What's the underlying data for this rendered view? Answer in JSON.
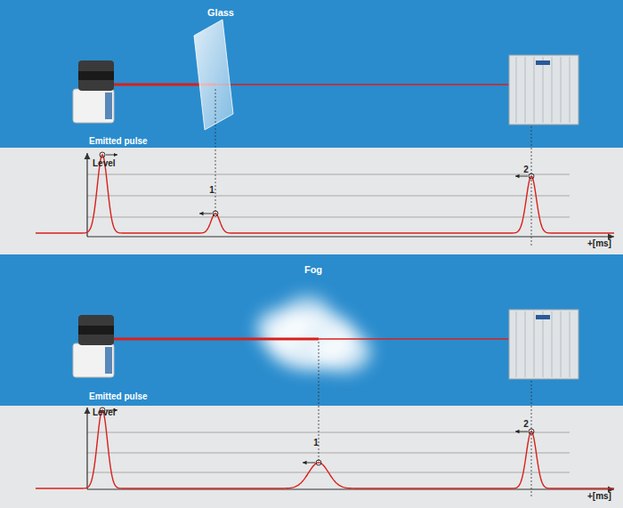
{
  "diagram": {
    "labels": [
      "Glass",
      "Emitted pulse",
      "Level",
      "1",
      "2",
      "+[ms]",
      "Fog",
      "Emitted pulse",
      "Level",
      "1",
      "2",
      "+[ms]"
    ]
  }
}
